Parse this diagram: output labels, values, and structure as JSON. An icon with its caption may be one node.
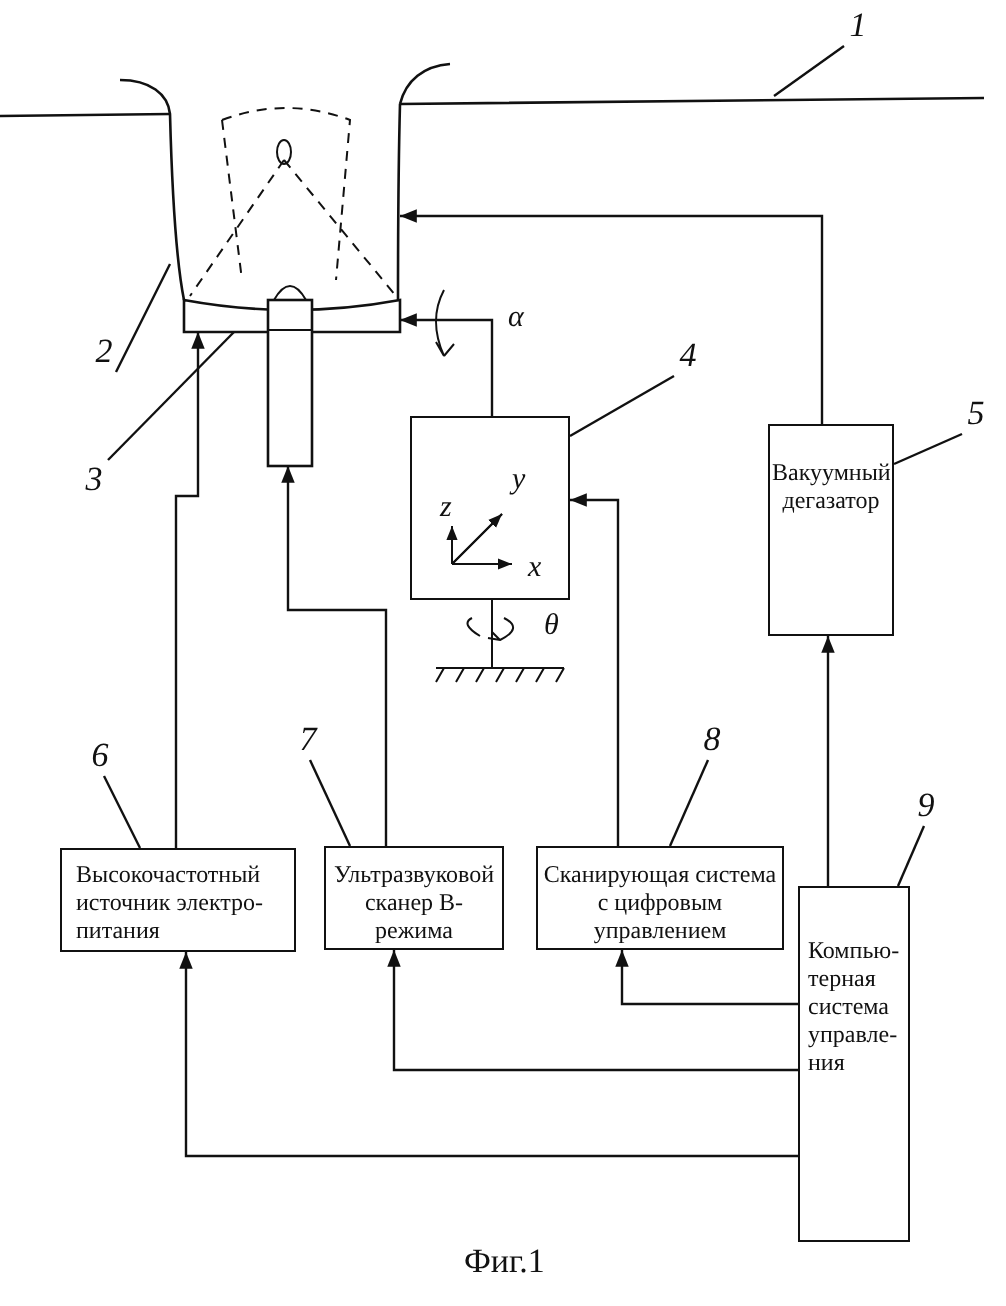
{
  "diagram": {
    "caption": "Фиг.1",
    "nodes": [
      {
        "text": [],
        "shape": "vessel"
      },
      {
        "text": [],
        "shape": "bar"
      },
      {
        "text": [],
        "shape": "probe"
      },
      {
        "text": [],
        "shape": "box"
      },
      {
        "text": [
          "Вакуумный дегазатор"
        ]
      },
      {
        "text": [
          "Высокочастотный источник электро-питания"
        ]
      },
      {
        "text": [
          "Ультразвуковой сканер В-режима"
        ]
      },
      {
        "text": [
          "Сканирующая система с цифровым управлением"
        ]
      },
      {
        "text": [
          "Компью-терная система управле-ния"
        ]
      },
      {
        "text": [
          "1"
        ]
      },
      {
        "text": [
          "2"
        ]
      },
      {
        "text": [
          "3"
        ]
      },
      {
        "text": [
          "4"
        ]
      },
      {
        "text": [
          "5"
        ]
      },
      {
        "text": [
          "6"
        ]
      },
      {
        "text": [
          "7"
        ]
      },
      {
        "text": [
          "8"
        ]
      },
      {
        "text": [
          "9"
        ]
      }
    ],
    "edges": [
      {
        "from": 4,
        "to": 0,
        "arrow": "to"
      },
      {
        "from": 3,
        "to": 1,
        "arrow": "to"
      },
      {
        "from": 5,
        "to": 1,
        "arrow": "to"
      },
      {
        "from": 6,
        "to": 2,
        "arrow": "to"
      },
      {
        "from": 7,
        "to": 3,
        "arrow": "to"
      },
      {
        "from": 8,
        "to": 4,
        "arrow": "to"
      },
      {
        "from": 8,
        "to": 7,
        "arrow": "to"
      },
      {
        "from": 8,
        "to": 6,
        "arrow": "to"
      },
      {
        "from": 8,
        "to": 5,
        "arrow": "to"
      },
      {
        "from": 9,
        "to": null,
        "arrow": "none"
      },
      {
        "from": 10,
        "to": 0,
        "arrow": "none"
      },
      {
        "from": 11,
        "to": 1,
        "arrow": "none"
      },
      {
        "from": 12,
        "to": 3,
        "arrow": "none"
      },
      {
        "from": 13,
        "to": 4,
        "arrow": "none"
      },
      {
        "from": 14,
        "to": 5,
        "arrow": "none"
      },
      {
        "from": 15,
        "to": 6,
        "arrow": "none"
      },
      {
        "from": 16,
        "to": 7,
        "arrow": "none"
      },
      {
        "from": 17,
        "to": 8,
        "arrow": "none"
      }
    ],
    "labels": [
      "α",
      "y",
      "z",
      "x",
      "θ"
    ]
  }
}
